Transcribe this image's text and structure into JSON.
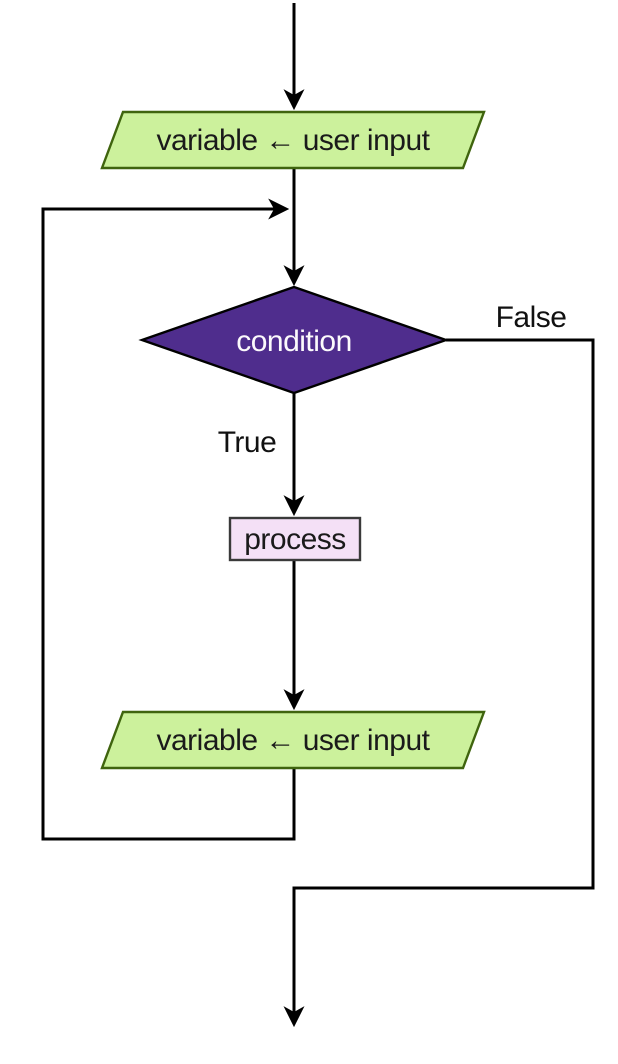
{
  "page": {
    "background": "#ffffff"
  },
  "diagram": {
    "kind": "flowchart",
    "connector_color": "#000000",
    "nodes": [
      {
        "id": "input-top",
        "shape": "parallelogram",
        "role": "input",
        "label": "variable ← user input",
        "fill": "#ccf19c",
        "stroke": "#3f640e",
        "text_color": "#1a1a1a"
      },
      {
        "id": "condition",
        "shape": "diamond",
        "role": "decision",
        "label": "condition",
        "fill": "#4f2d8d",
        "stroke": "#000000",
        "text_color": "#fcfafc"
      },
      {
        "id": "process",
        "shape": "rectangle",
        "role": "process",
        "label": "process",
        "fill": "#f4e0f6",
        "stroke": "#3a3a3a",
        "text_color": "#1a1a1a"
      },
      {
        "id": "input-bottom",
        "shape": "parallelogram",
        "role": "input",
        "label": "variable ← user input",
        "fill": "#ccf19c",
        "stroke": "#3f640e",
        "text_color": "#1a1a1a"
      }
    ],
    "branch_labels": {
      "true": "True",
      "false": "False"
    },
    "edges": [
      {
        "from": "start",
        "to": "input-top",
        "label": ""
      },
      {
        "from": "input-top",
        "to": "condition",
        "label": ""
      },
      {
        "from": "condition",
        "to": "process",
        "label": "True"
      },
      {
        "from": "condition",
        "to": "exit",
        "label": "False"
      },
      {
        "from": "process",
        "to": "input-bottom",
        "label": ""
      },
      {
        "from": "input-bottom",
        "to": "condition",
        "label": "",
        "note": "loop back"
      }
    ]
  }
}
